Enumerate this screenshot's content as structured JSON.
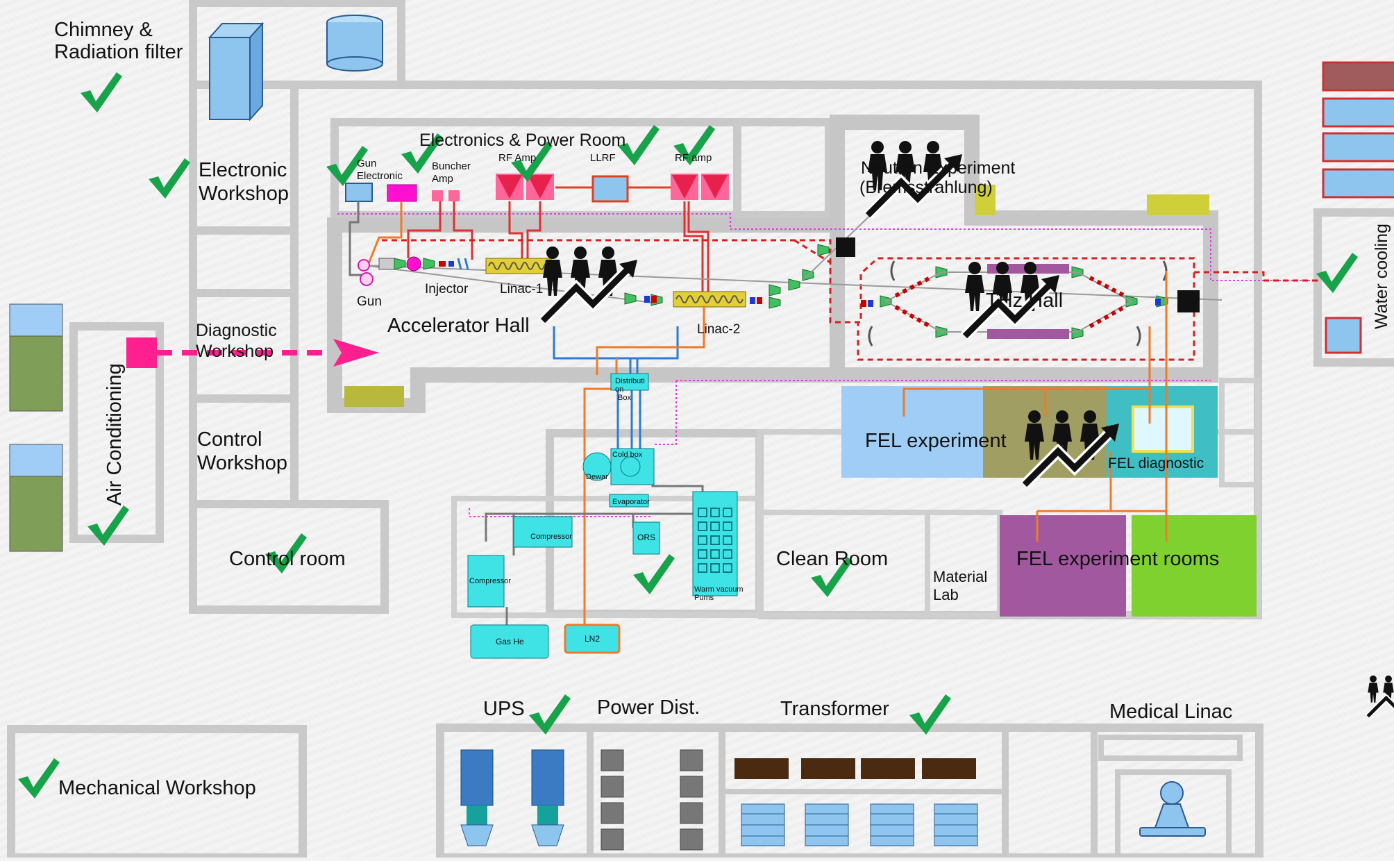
{
  "rooms": {
    "chimney": "Chimney &",
    "chimney2": "Radiation filter",
    "electronic_workshop_1": "Electronic",
    "electronic_workshop_2": "Workshop",
    "diagnostic_workshop_1": "Diagnostic",
    "diagnostic_workshop_2": "Workshop",
    "control_workshop_1": "Control",
    "control_workshop_2": "Workshop",
    "control_room": "Control room",
    "air_conditioning": "Air Conditioning",
    "mechanical_workshop": "Mechanical Workshop",
    "electronics_power_room": "Electronics & Power Room",
    "accelerator_hall": "Accelerator Hall",
    "neutron_experiment_1": "Neutron Experiment",
    "neutron_experiment_2": "(Bremsstrahlung)",
    "thz_hall": "THz Hall",
    "fel_experiment": "FEL experiment",
    "fel_diagnostic": "FEL diagnostic",
    "clean_room": "Clean Room",
    "material_lab_1": "Material",
    "material_lab_2": "Lab",
    "fel_experiment_rooms": "FEL experiment rooms",
    "water_cooling": "Water cooling",
    "ups": "UPS",
    "power_dist": "Power Dist.",
    "transformer": "Transformer",
    "medical_linac": "Medical Linac"
  },
  "components": {
    "gun_electronic_1": "Gun",
    "gun_electronic_2": "Electronic",
    "buncher_amp_1": "Buncher",
    "buncher_amp_2": "Amp",
    "rf_amp_1": "RF Amp",
    "llrf": "LLRF",
    "rf_amp_2": "RF amp",
    "gun": "Gun",
    "injector": "Injector",
    "linac1": "Linac-1",
    "linac2": "Linac-2",
    "distribution_box_1": "Distributi",
    "distribution_box_2": "on",
    "distribution_box_3": "Box",
    "cold_box": "Cold box",
    "dewar": "Dewar",
    "evaporator": "Evaporator",
    "compressor_1": "Compressor",
    "compressor_2": "Compressor",
    "ors": "ORS",
    "warm_vacuum_1": "Warm vacuum",
    "warm_vacuum_2": "Pums",
    "gas_he": "Gas He",
    "ln2": "LN2"
  },
  "colors": {
    "check": "#17a34a",
    "wall": "#c9c9c9",
    "pink_arrow": "#ff1f8e",
    "dashed_red": "#d42020",
    "magenta_dotted": "#e040e0",
    "fel_blue": "#9fcdf5",
    "fel_olive": "#a19e63",
    "fel_teal": "#3fbfc4",
    "fel_purple": "#a2589f",
    "fel_green": "#7ed12f",
    "cryo_cyan": "#3fe3e6",
    "orange_line": "#f07a2a",
    "blue_line": "#2a7bd6",
    "equipment_blue": "#8ec5ee"
  },
  "icons": [
    "checkmark-icon",
    "people-trend-icon",
    "quadrupole-magnet-icon",
    "dipole-magnet-icon",
    "rf-amplifier-icon",
    "pink-arrow-icon"
  ]
}
